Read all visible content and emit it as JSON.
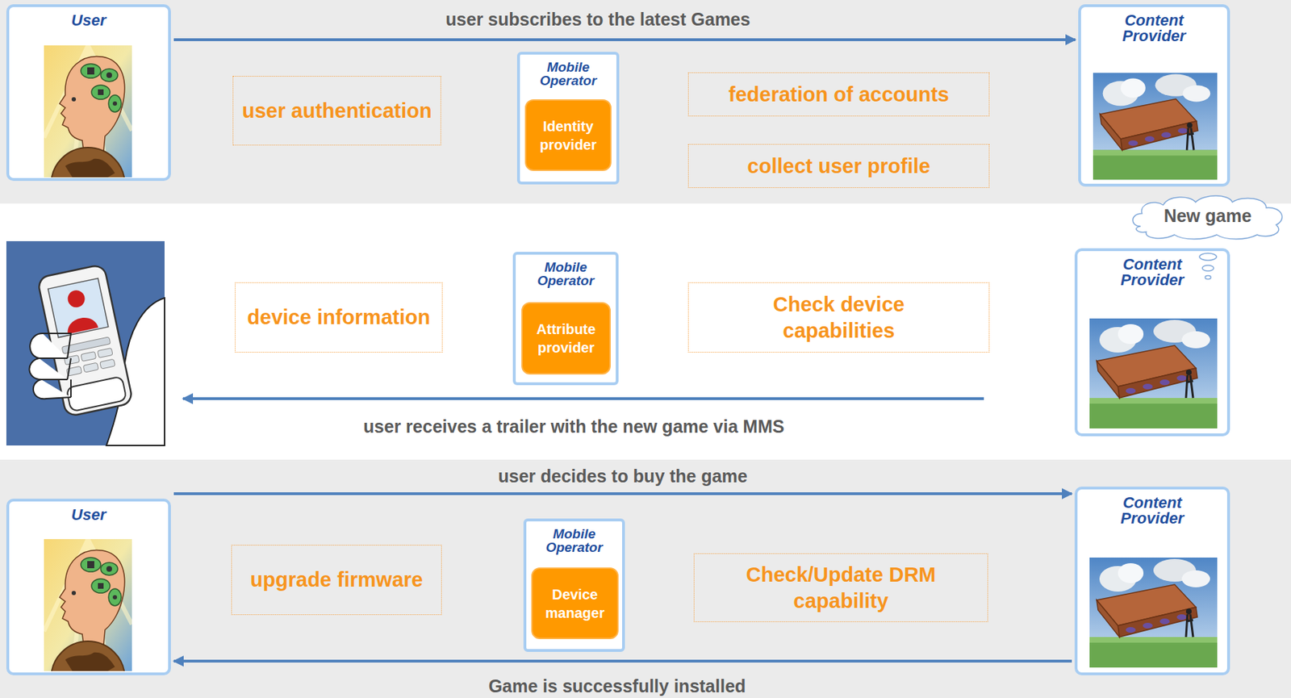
{
  "diagram": {
    "nodes": [
      {
        "text": [
          "User"
        ]
      },
      {
        "text": [
          "user authentication"
        ]
      },
      {
        "text": [
          "Mobile Operator"
        ]
      },
      {
        "text": [
          "Identity provider"
        ],
        "in": 2
      },
      {
        "text": [
          "federation of accounts"
        ]
      },
      {
        "text": [
          "collect user profile"
        ]
      },
      {
        "text": [
          "Content Provider"
        ]
      },
      {
        "text": [
          "New game"
        ]
      },
      {
        "text": [
          "device information"
        ]
      },
      {
        "text": [
          "Mobile Operator"
        ]
      },
      {
        "text": [
          "Attribute provider"
        ],
        "in": 9
      },
      {
        "text": [
          "Check device capabilities"
        ]
      },
      {
        "text": [
          "Content Provider"
        ]
      },
      {
        "text": [
          "User"
        ]
      },
      {
        "text": [
          "upgrade firmware"
        ]
      },
      {
        "text": [
          "Mobile Operator"
        ]
      },
      {
        "text": [
          "Device manager"
        ],
        "in": 15
      },
      {
        "text": [
          "Check/Update DRM capability"
        ]
      },
      {
        "text": [
          "Content Provider"
        ]
      }
    ],
    "edges": [
      {
        "from": 0,
        "to": 6,
        "arrow": "to",
        "label": "user subscribes to the latest Games"
      },
      {
        "from": 13,
        "to": 18,
        "arrow": "to",
        "label": "user decides to buy the game"
      },
      {
        "from": 18,
        "to": 13,
        "arrow": "to",
        "label": "Game is successfully installed"
      }
    ],
    "labels": [
      "user receives a trailer with the new game via MMS"
    ]
  }
}
